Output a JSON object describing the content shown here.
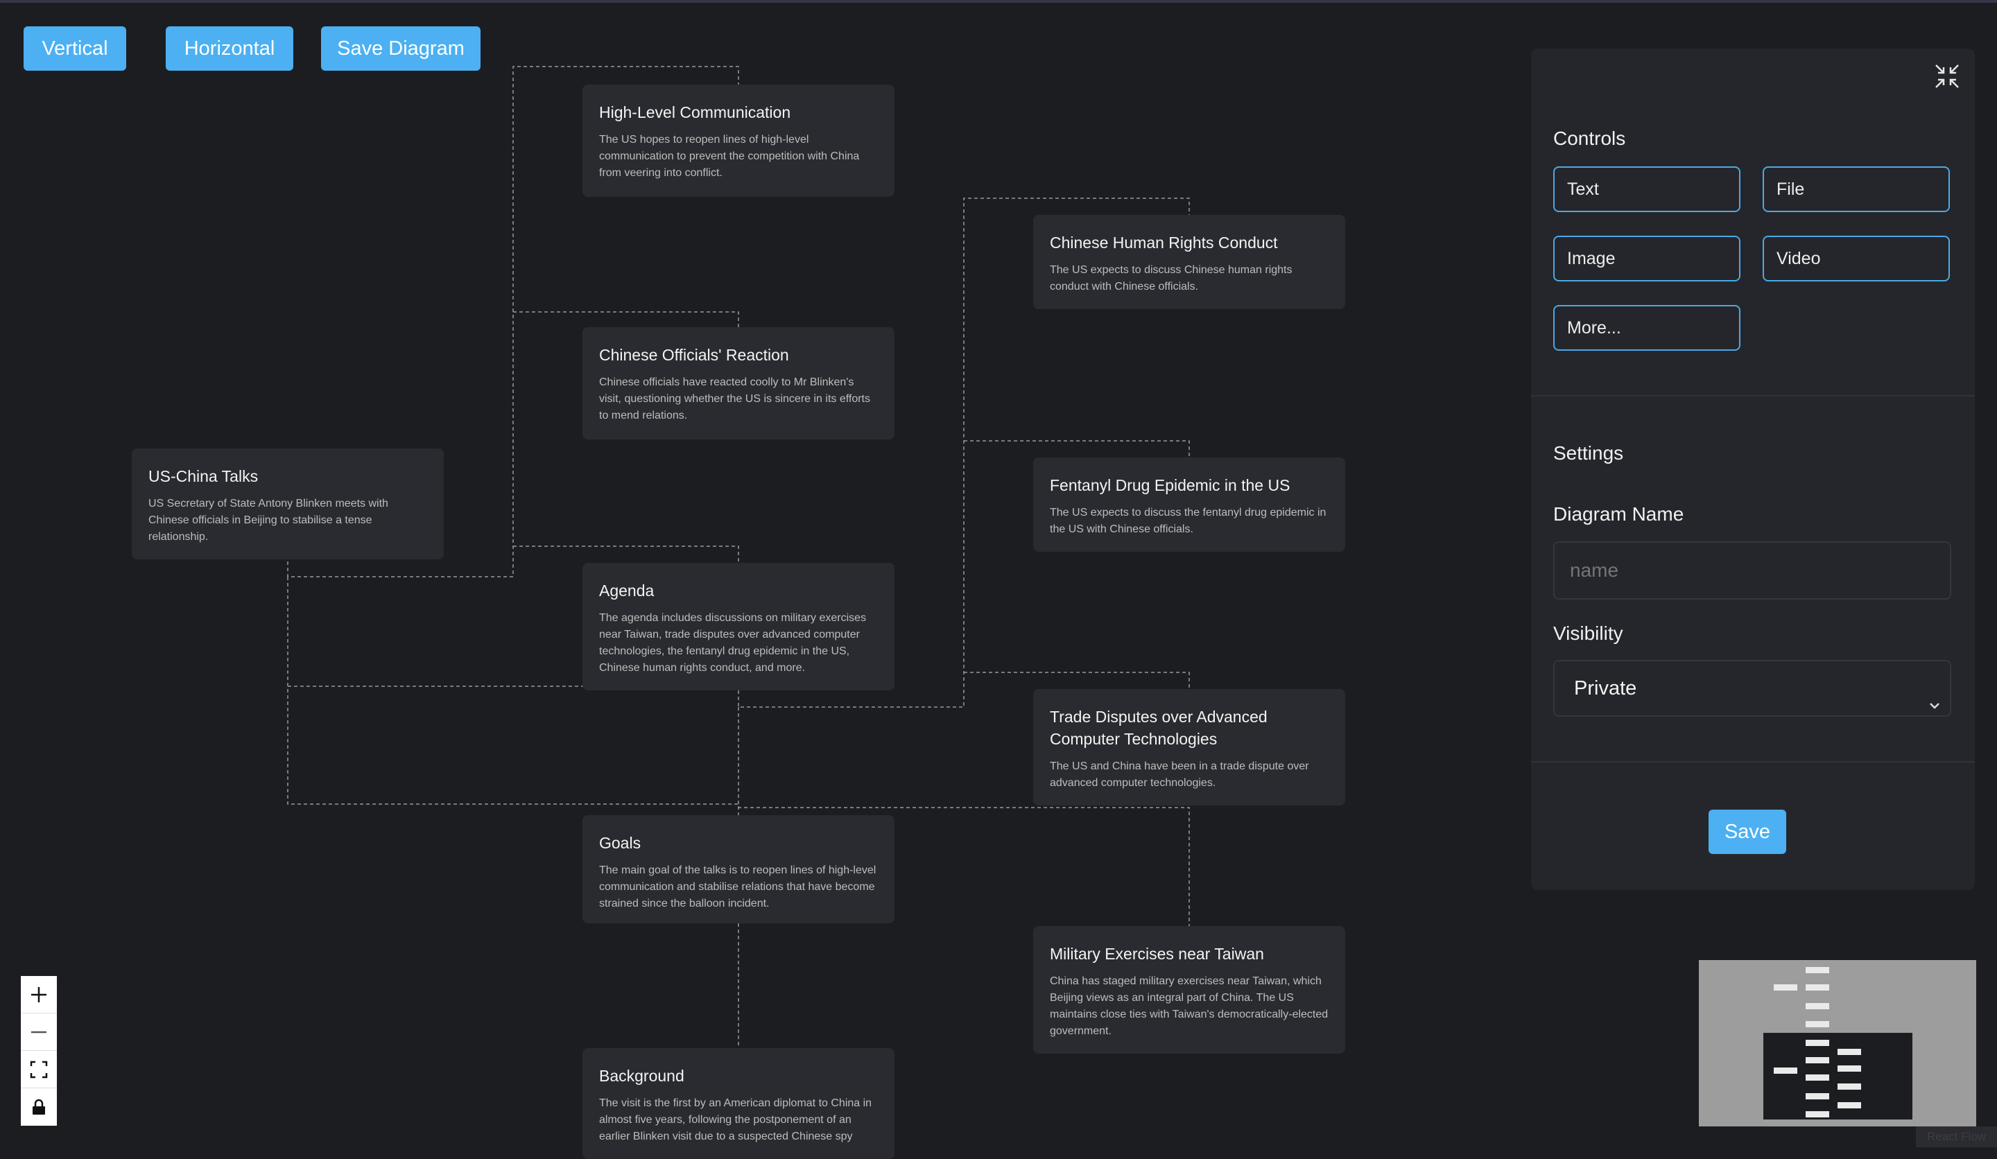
{
  "toolbar": {
    "vertical_label": "Vertical",
    "horizontal_label": "Horizontal",
    "save_diagram_label": "Save Diagram"
  },
  "nodes": {
    "us_china": {
      "title": "US-China Talks",
      "desc": "US Secretary of State Antony Blinken meets with Chinese officials in Beijing to stabilise a tense relationship."
    },
    "high_level": {
      "title": "High-Level Communication",
      "desc": "The US hopes to reopen lines of high-level communication to prevent the competition with China from veering into conflict."
    },
    "officials": {
      "title": "Chinese Officials' Reaction",
      "desc": "Chinese officials have reacted coolly to Mr Blinken's visit, questioning whether the US is sincere in its efforts to mend relations."
    },
    "agenda": {
      "title": "Agenda",
      "desc": "The agenda includes discussions on military exercises near Taiwan, trade disputes over advanced computer technologies, the fentanyl drug epidemic in the US, Chinese human rights conduct, and more."
    },
    "goals": {
      "title": "Goals",
      "desc": "The main goal of the talks is to reopen lines of high-level communication and stabilise relations that have become strained since the balloon incident."
    },
    "background": {
      "title": "Background",
      "desc": "The visit is the first by an American diplomat to China in almost five years, following the postponement of an earlier Blinken visit due to a suspected Chinese spy"
    },
    "human_rights": {
      "title": "Chinese Human Rights Conduct",
      "desc": "The US expects to discuss Chinese human rights conduct with Chinese officials."
    },
    "fentanyl": {
      "title": "Fentanyl Drug Epidemic in the US",
      "desc": "The US expects to discuss the fentanyl drug epidemic in the US with Chinese officials."
    },
    "trade": {
      "title": "Trade Disputes over Advanced Computer Technologies",
      "desc": "The US and China have been in a trade dispute over advanced computer technologies."
    },
    "military": {
      "title": "Military Exercises near Taiwan",
      "desc": "China has staged military exercises near Taiwan, which Beijing views as an integral part of China. The US maintains close ties with Taiwan's democratically-elected government."
    }
  },
  "panel": {
    "controls_title": "Controls",
    "controls": [
      "Text",
      "File",
      "Image",
      "Video",
      "More..."
    ],
    "settings_title": "Settings",
    "diagram_name_label": "Diagram Name",
    "diagram_name_placeholder": "name",
    "diagram_name_value": "",
    "visibility_label": "Visibility",
    "visibility_value": "Private",
    "save_label": "Save"
  },
  "icons": {
    "collapse": "collapse-icon",
    "zoom_in": "plus-icon",
    "zoom_out": "minus-icon",
    "fit_view": "fit-view-icon",
    "lock": "lock-icon",
    "dropdown": "chevron-down-icon"
  },
  "colors": {
    "background": "#1c1d21",
    "node": "#2a2b30",
    "accent": "#4cb0f2",
    "panel": "#25262b"
  }
}
